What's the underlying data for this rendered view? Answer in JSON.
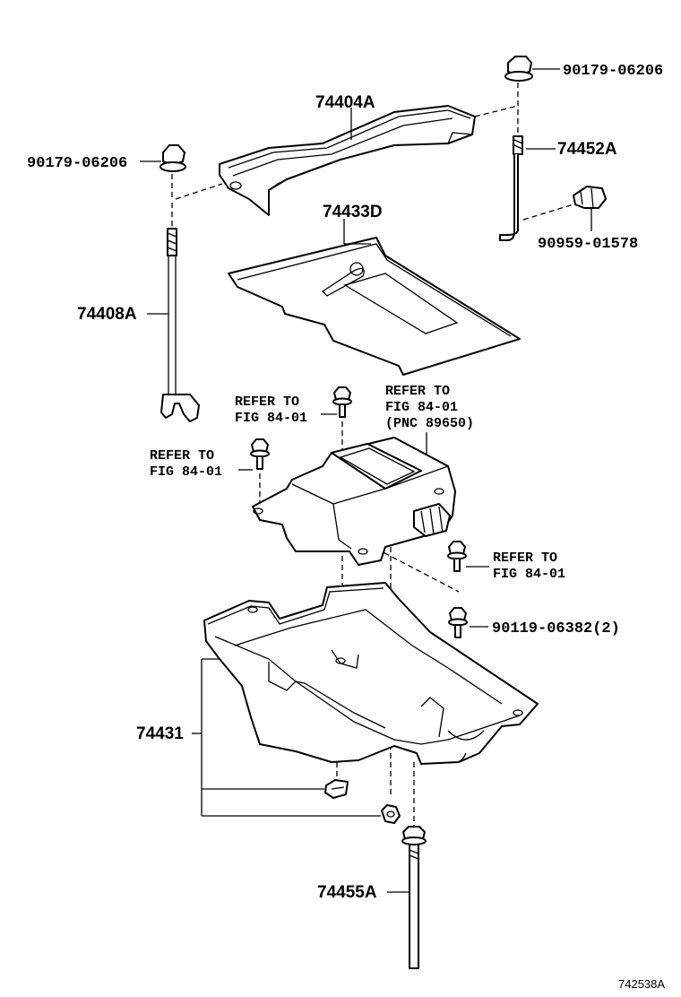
{
  "callouts": {
    "p90179_top_right": "90179-06206",
    "p74404A": "74404A",
    "p90179_left": "90179-06206",
    "p74452A": "74452A",
    "p74433D": "74433D",
    "p90959": "90959-01578",
    "p74408A": "74408A",
    "p90119": "90119-06382(2)",
    "p74431": "74431",
    "p74455A": "74455A"
  },
  "references": {
    "refer_top_center": [
      "REFER TO",
      "FIG 84-01"
    ],
    "refer_top_right": [
      "REFER TO",
      "FIG 84-01",
      "(PNC 89650)"
    ],
    "refer_left": [
      "REFER TO",
      "FIG 84-01"
    ],
    "refer_right": [
      "REFER TO",
      "FIG 84-01"
    ]
  },
  "figure_id": "742538A"
}
